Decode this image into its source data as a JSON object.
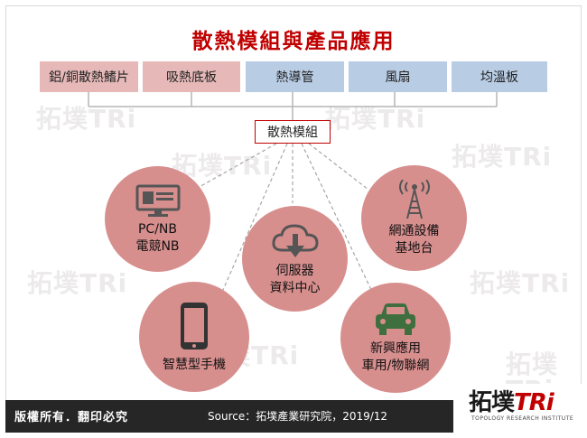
{
  "title": "散熱模組與產品應用",
  "categories": [
    {
      "label": "鋁/銅散熱鰭片",
      "color": "#e6b9b8"
    },
    {
      "label": "吸熱底板",
      "color": "#e6b9b8"
    },
    {
      "label": "熱導管",
      "color": "#b8cce4"
    },
    {
      "label": "風扇",
      "color": "#b8cce4"
    },
    {
      "label": "均溫板",
      "color": "#b8cce4"
    }
  ],
  "module_label": "散熱模組",
  "applications": [
    {
      "line1": "PC/NB",
      "line2": "電競NB",
      "icon": "monitor-icon"
    },
    {
      "line1": "伺服器",
      "line2": "資料中心",
      "icon": "cloud-download-icon"
    },
    {
      "line1": "網通設備",
      "line2": "基地台",
      "icon": "antenna-tower-icon"
    },
    {
      "line1": "智慧型手機",
      "line2": "",
      "icon": "smartphone-icon"
    },
    {
      "line1": "新興應用",
      "line2": "車用/物聯網",
      "icon": "car-icon"
    }
  ],
  "footer": {
    "copyright": "版權所有．翻印必究",
    "source": "Source：拓墣產業研究院，2019/12"
  },
  "logo": {
    "cn": "拓墣",
    "tri": "TRi",
    "sub": "TOPOLOGY RESEARCH INSTITUTE"
  },
  "colors": {
    "title": "#c00000",
    "circle": "#d78f8e",
    "pink_box": "#e6b9b8",
    "blue_box": "#b8cce4",
    "footer": "#262626"
  }
}
